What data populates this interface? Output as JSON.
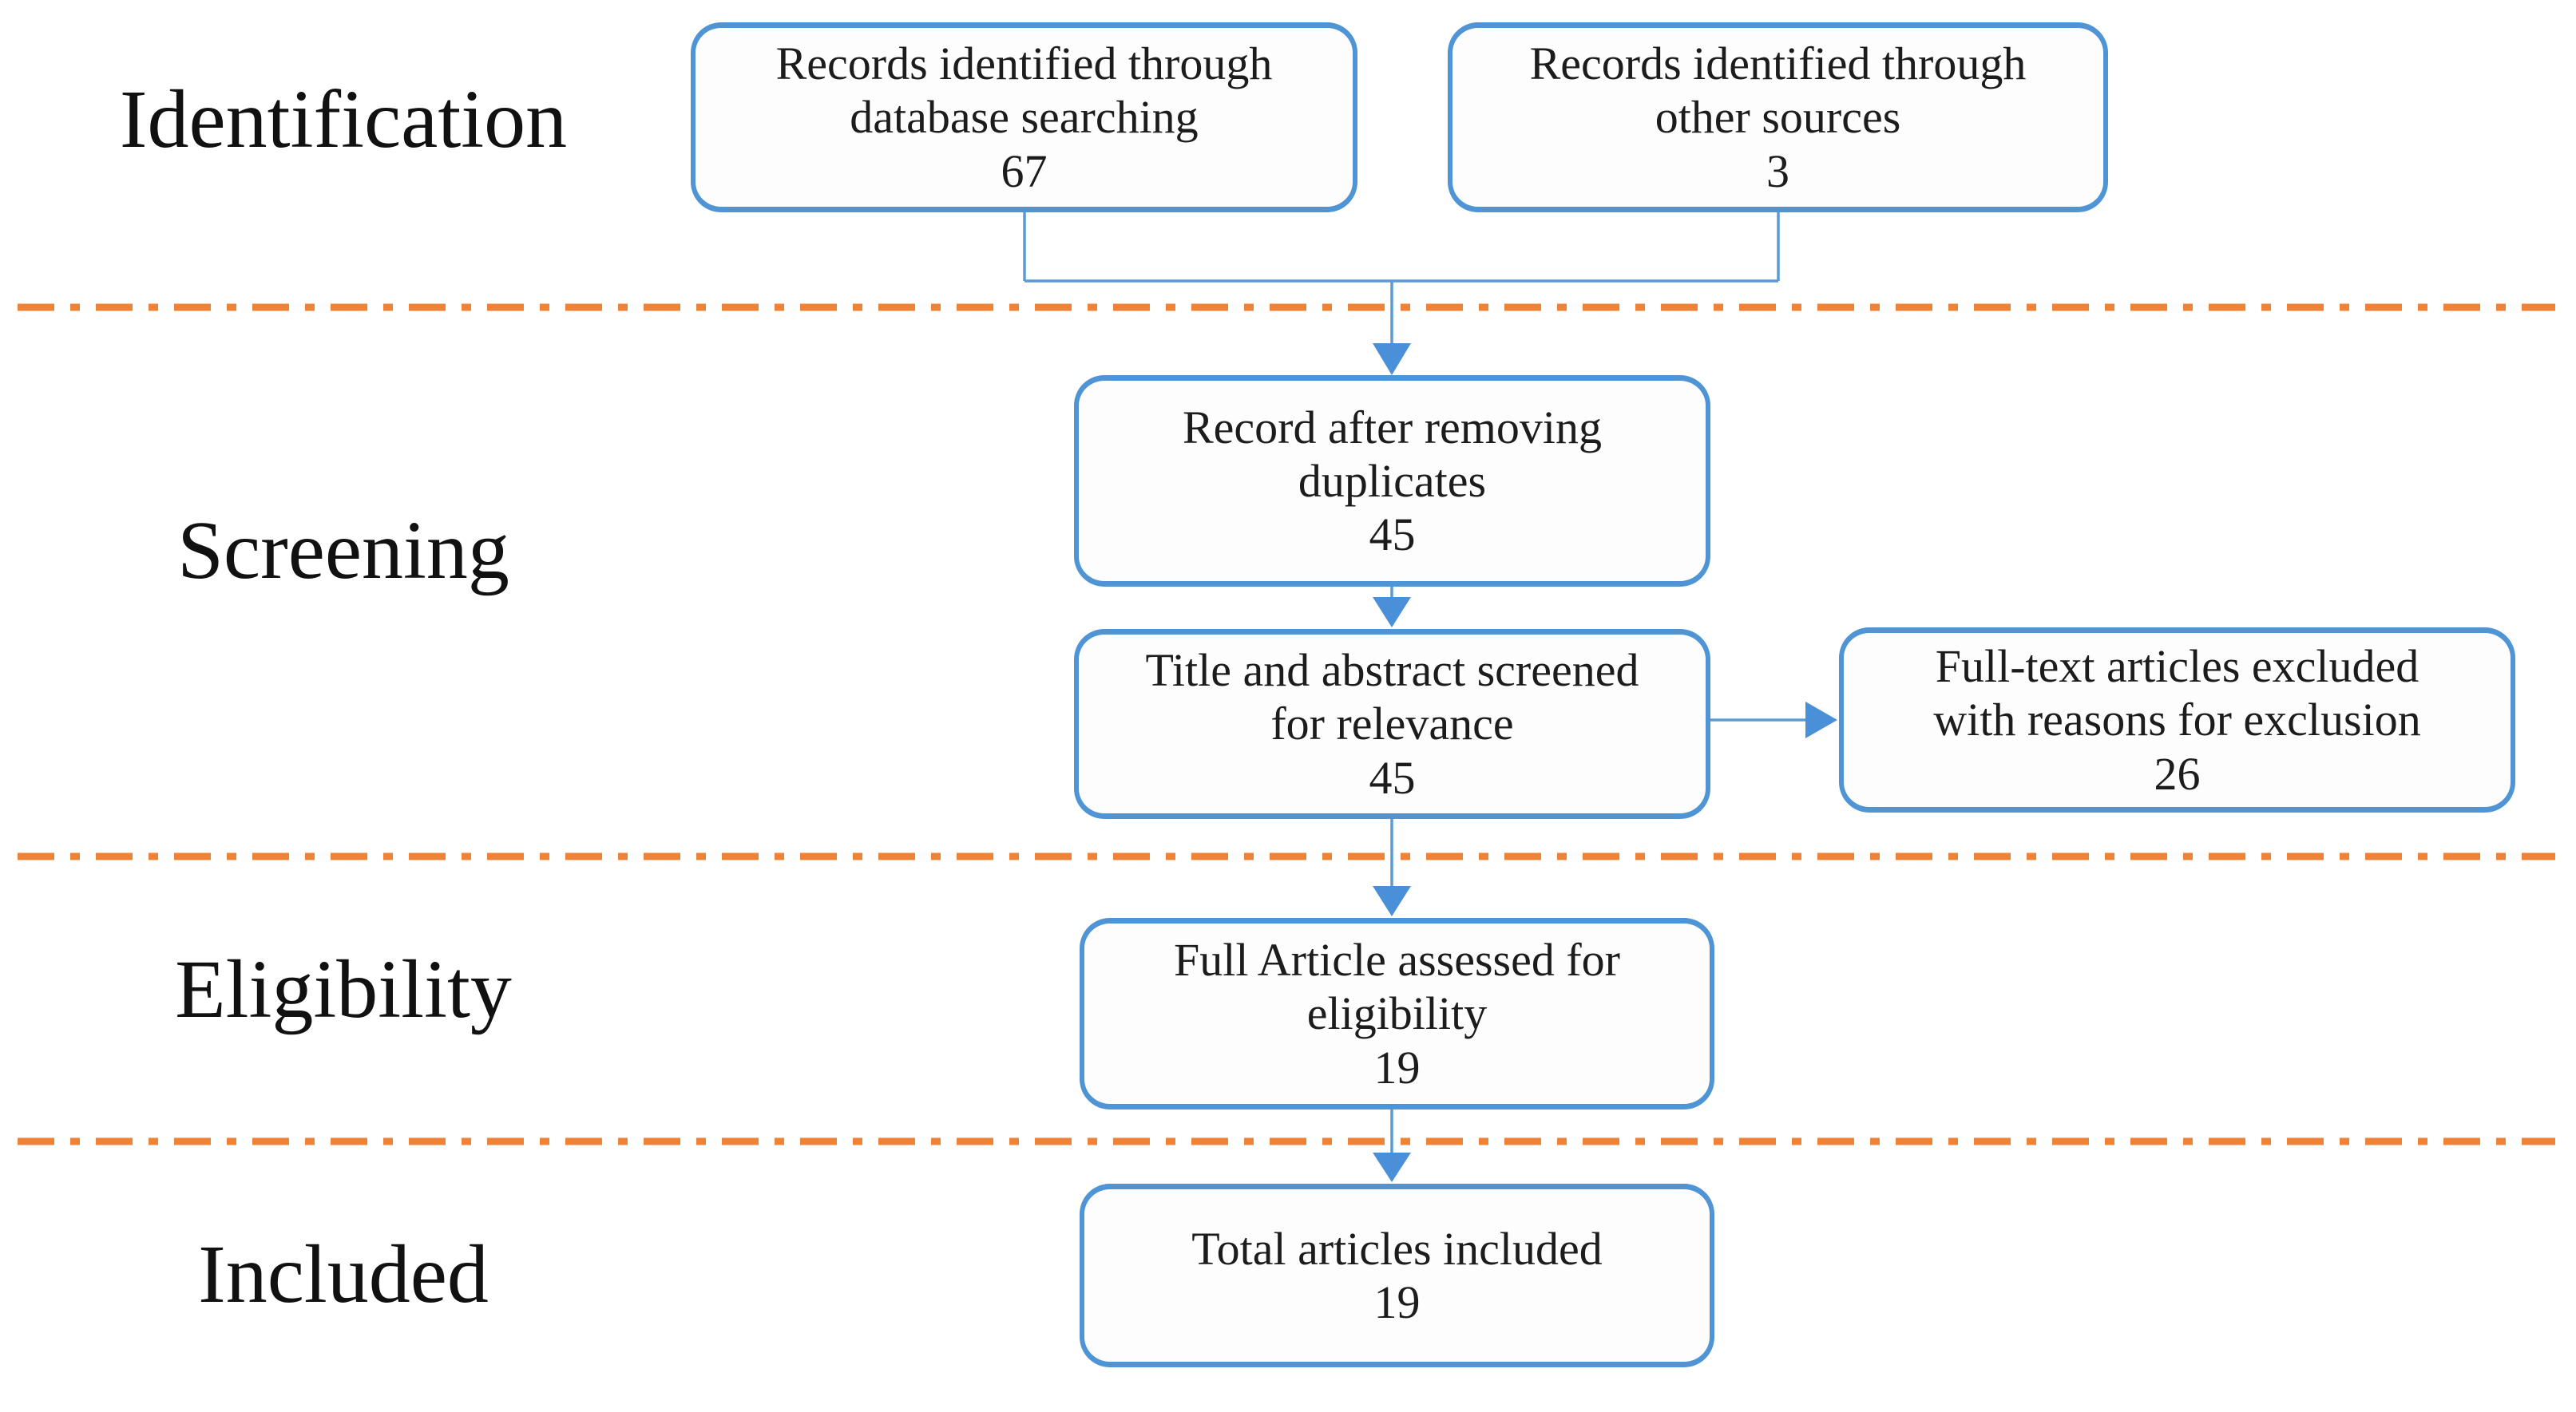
{
  "sections": [
    {
      "label": "Identification"
    },
    {
      "label": "Screening"
    },
    {
      "label": "Eligibility"
    },
    {
      "label": "Included"
    }
  ],
  "boxes": {
    "db": {
      "text": "Records identified through\ndatabase searching",
      "count": "67"
    },
    "other": {
      "text": "Records identified through\nother sources",
      "count": "3"
    },
    "dup": {
      "text": "Record after removing\nduplicates",
      "count": "45"
    },
    "screen": {
      "text": "Title and abstract screened\nfor relevance",
      "count": "45"
    },
    "excl": {
      "text": "Full-text articles excluded\nwith reasons for exclusion",
      "count": "26"
    },
    "elig": {
      "text": "Full Article assessed for\neligibility",
      "count": "19"
    },
    "incl": {
      "text": "Total articles included",
      "count": "19"
    }
  },
  "colors": {
    "box_border": "#4f94d4",
    "connector": "#5b9bd5",
    "arrowhead": "#4a90d8",
    "divider": "#ee8338",
    "text": "#1c1c1c",
    "background": "#ffffff"
  }
}
